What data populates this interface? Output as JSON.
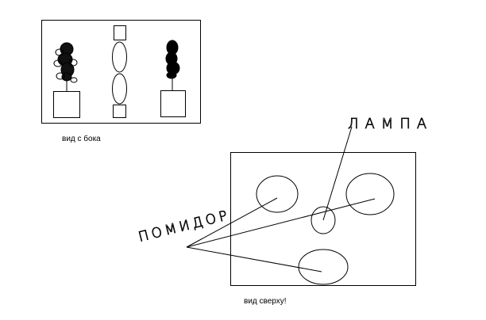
{
  "side_view": {
    "caption": "вид с бока"
  },
  "top_view": {
    "caption": "вид сверху!"
  },
  "labels": {
    "tomato": "ПОМИДОР",
    "lamp": "ЛАМПА"
  },
  "colors": {
    "ink": "#000000",
    "background": "#ffffff"
  }
}
